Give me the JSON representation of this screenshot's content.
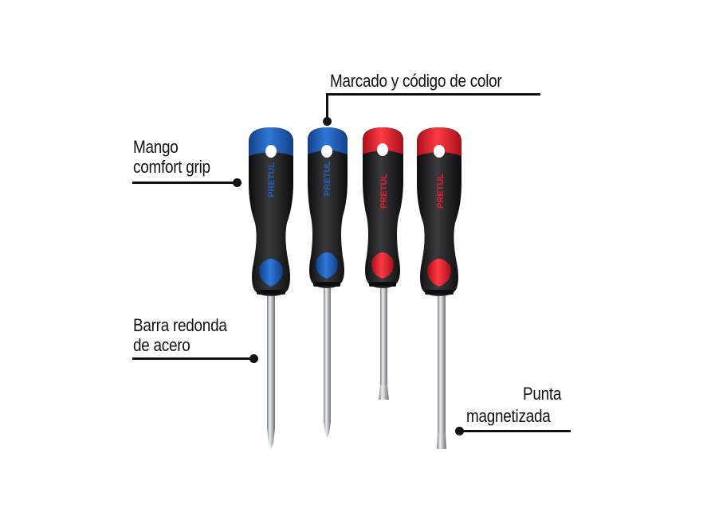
{
  "callouts": {
    "grip": {
      "line1": "Mango",
      "line2": "comfort grip"
    },
    "marking": {
      "line1": "Marcado y código de color"
    },
    "shaft": {
      "line1": "Barra redonda",
      "line2": "de acero"
    },
    "tip": {
      "line1": "Punta",
      "line2": "magnetizada"
    }
  },
  "brand_text": "PRETUL",
  "colors": {
    "blue": "#1f5fb8",
    "red": "#e0202b",
    "black_handle": "#1c1c1e",
    "steel": "#c9ccd0",
    "text": "#111111"
  },
  "screwdrivers": [
    {
      "color": "blue",
      "tip": "phillips"
    },
    {
      "color": "blue",
      "tip": "phillips"
    },
    {
      "color": "red",
      "tip": "flat"
    },
    {
      "color": "red",
      "tip": "flat"
    }
  ]
}
